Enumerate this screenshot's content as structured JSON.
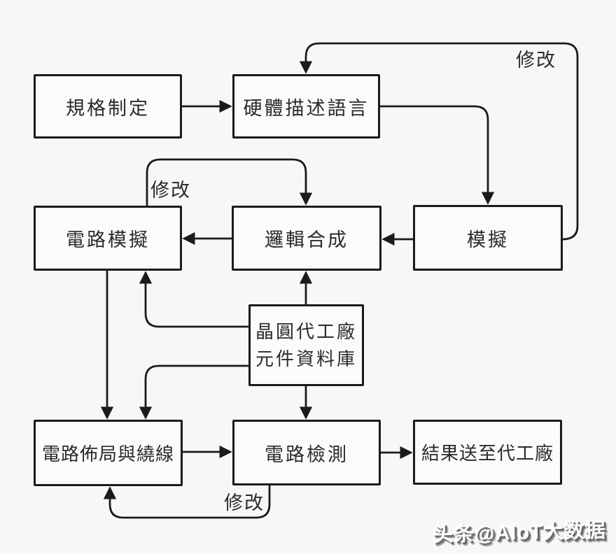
{
  "diagram": {
    "nodes": {
      "spec": "規格制定",
      "hdl": "硬體描述語言",
      "sim": "模擬",
      "logic": "邏輯合成",
      "circuit_sim": "電路模擬",
      "db_line1": "晶圓代工廠",
      "db_line2": "元件資料庫",
      "layout": "電路佈局與繞線",
      "test": "電路檢測",
      "result": "結果送至代工廠"
    },
    "edge_labels": {
      "modify_top": "修改",
      "modify_middle": "修改",
      "modify_bottom": "修改"
    },
    "edges": [
      {
        "from": "spec",
        "to": "hdl"
      },
      {
        "from": "hdl",
        "to": "sim"
      },
      {
        "from": "sim",
        "to": "logic"
      },
      {
        "from": "logic",
        "to": "circuit_sim"
      },
      {
        "from": "sim",
        "to": "hdl",
        "label": "修改"
      },
      {
        "from": "circuit_sim",
        "to": "logic",
        "label": "修改"
      },
      {
        "from": "db",
        "to": "logic"
      },
      {
        "from": "db",
        "to": "circuit_sim"
      },
      {
        "from": "db",
        "to": "layout"
      },
      {
        "from": "db",
        "to": "test"
      },
      {
        "from": "circuit_sim",
        "to": "layout"
      },
      {
        "from": "layout",
        "to": "test"
      },
      {
        "from": "test",
        "to": "result"
      },
      {
        "from": "test",
        "to": "layout",
        "label": "修改"
      }
    ],
    "colors": {
      "line": "#1b1b1b",
      "text": "#2b2b2b",
      "background": "#f7f7f5"
    }
  },
  "watermark": {
    "text": "头条@AIoT大数据"
  }
}
